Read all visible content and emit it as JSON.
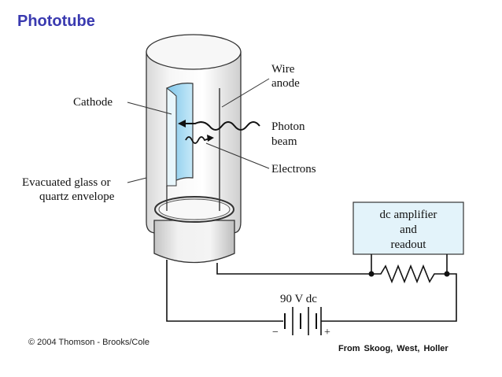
{
  "title": "Phototube",
  "labels": {
    "cathode": "Cathode",
    "wire_anode": [
      "Wire",
      "anode"
    ],
    "photon_beam": [
      "Photon",
      "beam"
    ],
    "electrons": "Electrons",
    "envelope": [
      "Evacuated glass or",
      "quartz envelope"
    ],
    "amplifier": [
      "dc amplifier",
      "and",
      "readout"
    ],
    "voltage": "90 V dc",
    "minus": "−",
    "plus": "+"
  },
  "copyright": "© 2004 Thomson - Brooks/Cole",
  "credit": "From  Skoog, West, Holler",
  "colors": {
    "title": "#3a3ab0",
    "cathode_fill": "#a9daf2",
    "box_fill": "#e3f3fa"
  }
}
